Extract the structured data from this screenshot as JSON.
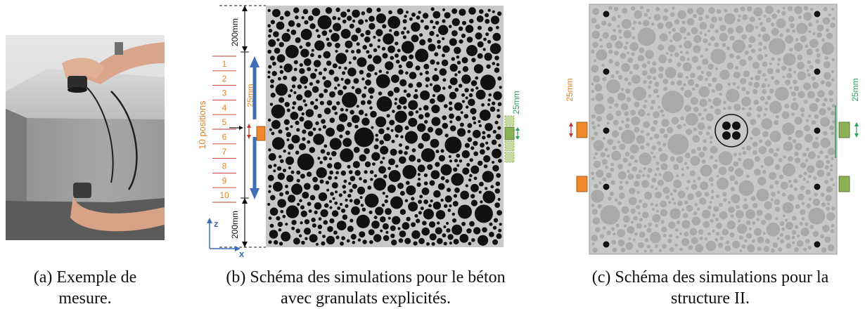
{
  "panel_a": {
    "caption_line1": "(a) Exemple de",
    "caption_line2": "mesure."
  },
  "panel_b": {
    "caption_line1": "(b) Schéma des simulations pour le béton",
    "caption_line2": "avec granulats explicités.",
    "dim_top": "200mm",
    "dim_bottom": "200mm",
    "dim_step": "25mm",
    "dim_right": "25mm",
    "positions_label": "10 positions",
    "positions": [
      "1",
      "2",
      "3",
      "4",
      "5",
      "6",
      "7",
      "8",
      "9",
      "10"
    ],
    "axis_z": "z",
    "axis_x": "x"
  },
  "panel_c": {
    "caption_line1": "(c) Schéma des simulations pour la",
    "caption_line2": "structure II.",
    "dim_left": "25mm",
    "dim_right": "25mm"
  },
  "colors": {
    "aggregate_dark": "#111111",
    "concrete_gray": "#c8c8c8",
    "aggregate_light": "#a9a9a9",
    "emitter_orange": "#f0892d",
    "receiver_green": "#8db254",
    "dim_red": "#c0392b",
    "dim_green": "#27a35a",
    "arrow_blue": "#3f6fb5",
    "label_orange": "#e8811e"
  }
}
